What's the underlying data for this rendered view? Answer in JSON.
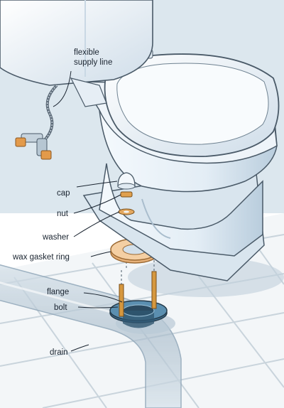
{
  "labels": {
    "supply_line_1": "flexible",
    "supply_line_2": "supply line",
    "cap": "cap",
    "nut": "nut",
    "washer": "washer",
    "wax_ring": "wax gasket ring",
    "flange": "flange",
    "bolt": "bolt",
    "drain": "drain"
  },
  "colors": {
    "wall": "#dde8ee",
    "floor_tile": "#f3f6f8",
    "grout": "#c7d3db",
    "porcelain": "#f7fbfe",
    "porcelain_shade": "#c9dbe8",
    "outline": "#4a5a68",
    "brass": "#d89a4a",
    "wax": "#f0c89a",
    "flange_blue": "#4a7fa0",
    "pipe_ghost": "#b8c8d6"
  }
}
